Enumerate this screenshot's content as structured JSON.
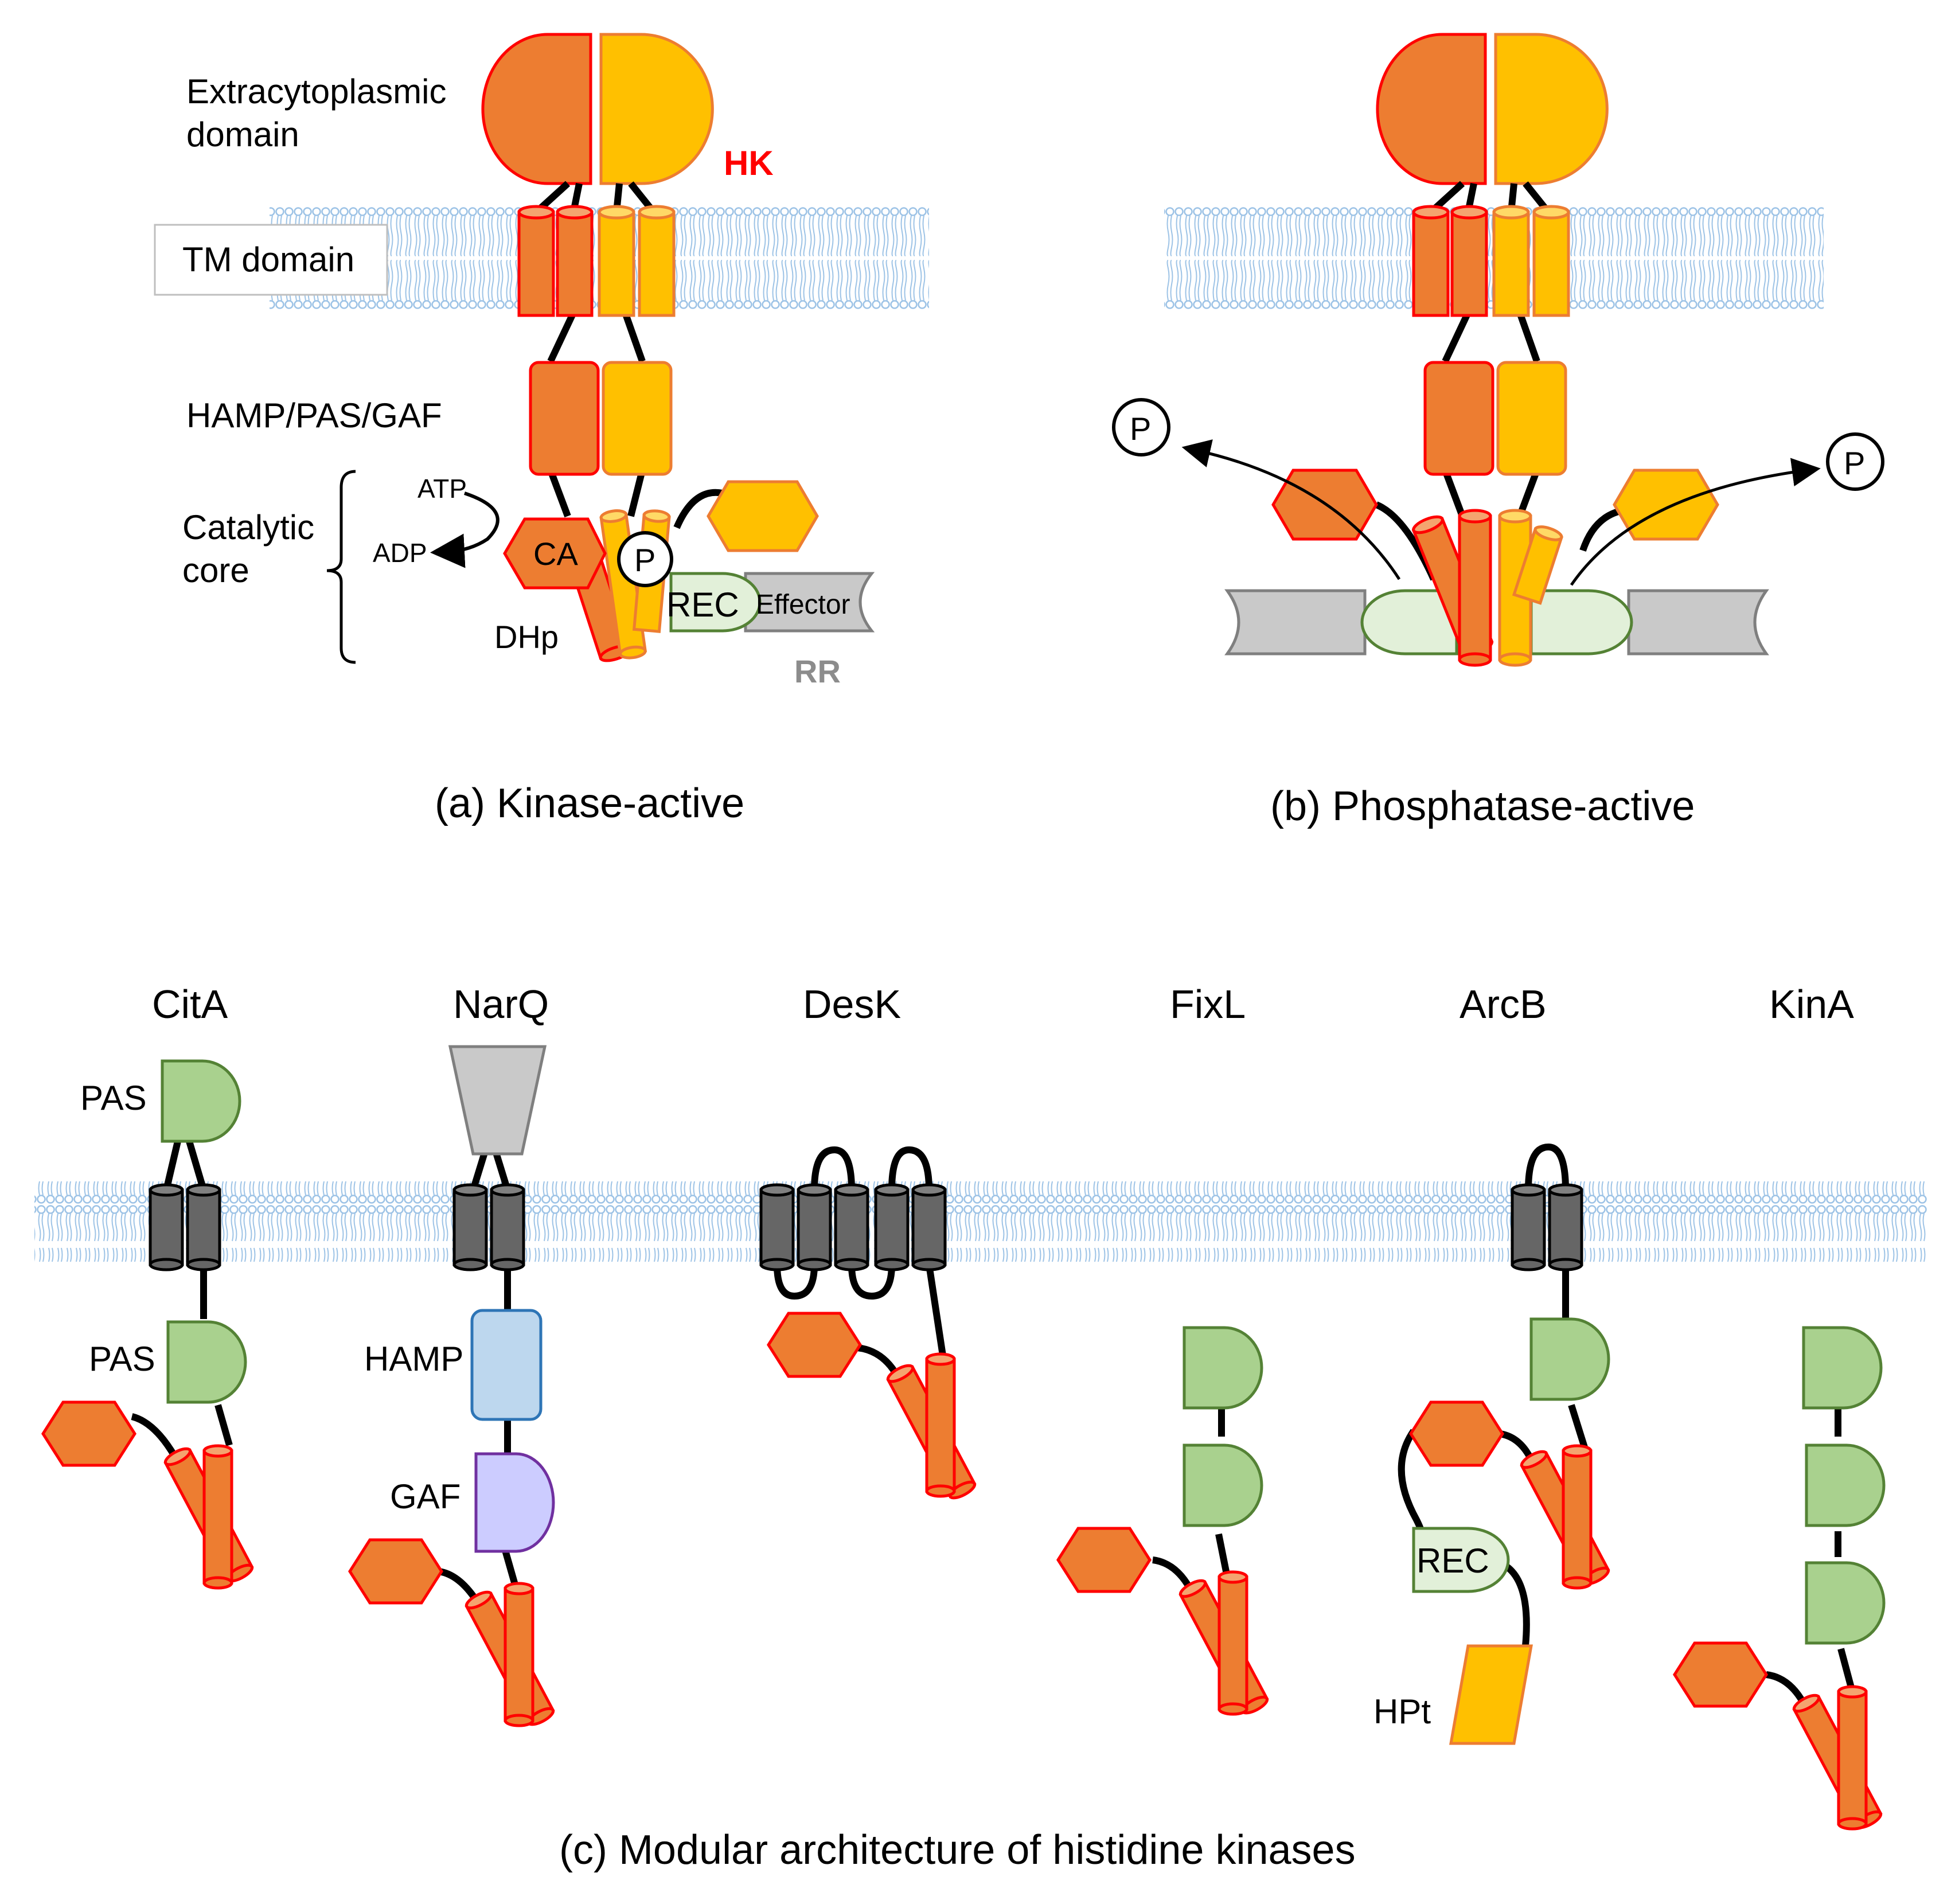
{
  "colors": {
    "orange": "#ED7D31",
    "orange_stroke": "#FF0000",
    "yellow": "#FFC000",
    "yellow_stroke": "#ED7D31",
    "membrane_stroke": "#9DC3E6",
    "green_fill": "#A9D18E",
    "green_stroke": "#548235",
    "rec_fill": "#E2F0D9",
    "gray_fill": "#C9C9C9",
    "gray_stroke": "#7F7F7F",
    "tm_gray": "#666666",
    "hamp_fill": "#BDD7EE",
    "hamp_stroke": "#2E75B6",
    "gaf_fill": "#CCCCFF",
    "gaf_stroke": "#7030A0",
    "hk_red": "#FF0000",
    "rr_gray": "#8C8C8C"
  },
  "panel_a": {
    "caption": "(a) Kinase-active",
    "extracytoplasmic_line1": "Extracytoplasmic",
    "extracytoplasmic_line2": "domain",
    "hk_label": "HK",
    "tm_label": "TM domain",
    "hamp_pas_gaf": "HAMP/PAS/GAF",
    "catalytic_line1": "Catalytic",
    "catalytic_line2": "core",
    "atp": "ATP",
    "adp": "ADP",
    "ca": "CA",
    "dhp": "DHp",
    "p": "P",
    "rec": "REC",
    "effector": "Effector",
    "rr": "RR"
  },
  "panel_b": {
    "caption": "(b) Phosphatase-active",
    "p_left": "P",
    "p_right": "P"
  },
  "panel_c": {
    "caption": "(c) Modular architecture of histidine kinases",
    "kinases": [
      {
        "name": "CitA",
        "labels": [
          "PAS",
          "PAS"
        ]
      },
      {
        "name": "NarQ",
        "labels": [
          "HAMP",
          "GAF"
        ]
      },
      {
        "name": "DesK",
        "labels": []
      },
      {
        "name": "FixL",
        "labels": []
      },
      {
        "name": "ArcB",
        "labels": [
          "REC",
          "HPt"
        ]
      },
      {
        "name": "KinA",
        "labels": []
      }
    ]
  }
}
